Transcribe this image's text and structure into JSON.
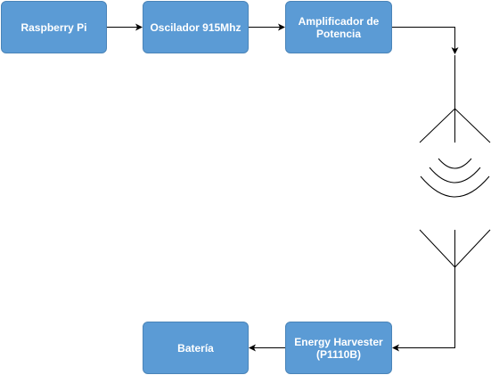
{
  "diagram": {
    "nodes": [
      {
        "id": "rpi",
        "label": "Raspberry Pi"
      },
      {
        "id": "osc",
        "label": "Oscilador 915Mhz"
      },
      {
        "id": "amp",
        "label": "Amplificador de Potencia"
      },
      {
        "id": "eh",
        "label": "Energy Harvester (P1110B)"
      },
      {
        "id": "bat",
        "label": "Batería"
      }
    ],
    "edges": [
      {
        "from": "rpi",
        "to": "osc"
      },
      {
        "from": "osc",
        "to": "amp"
      },
      {
        "from": "amp",
        "to": "tx-antenna"
      },
      {
        "from": "rx-antenna",
        "to": "eh"
      },
      {
        "from": "eh",
        "to": "bat"
      }
    ],
    "colors": {
      "node_fill": "#5b9bd5",
      "node_border": "#4a84b8",
      "node_text": "#ffffff",
      "line": "#000000"
    },
    "icons": [
      "transmit-antenna-icon",
      "radio-waves-icon",
      "receive-antenna-icon"
    ]
  }
}
